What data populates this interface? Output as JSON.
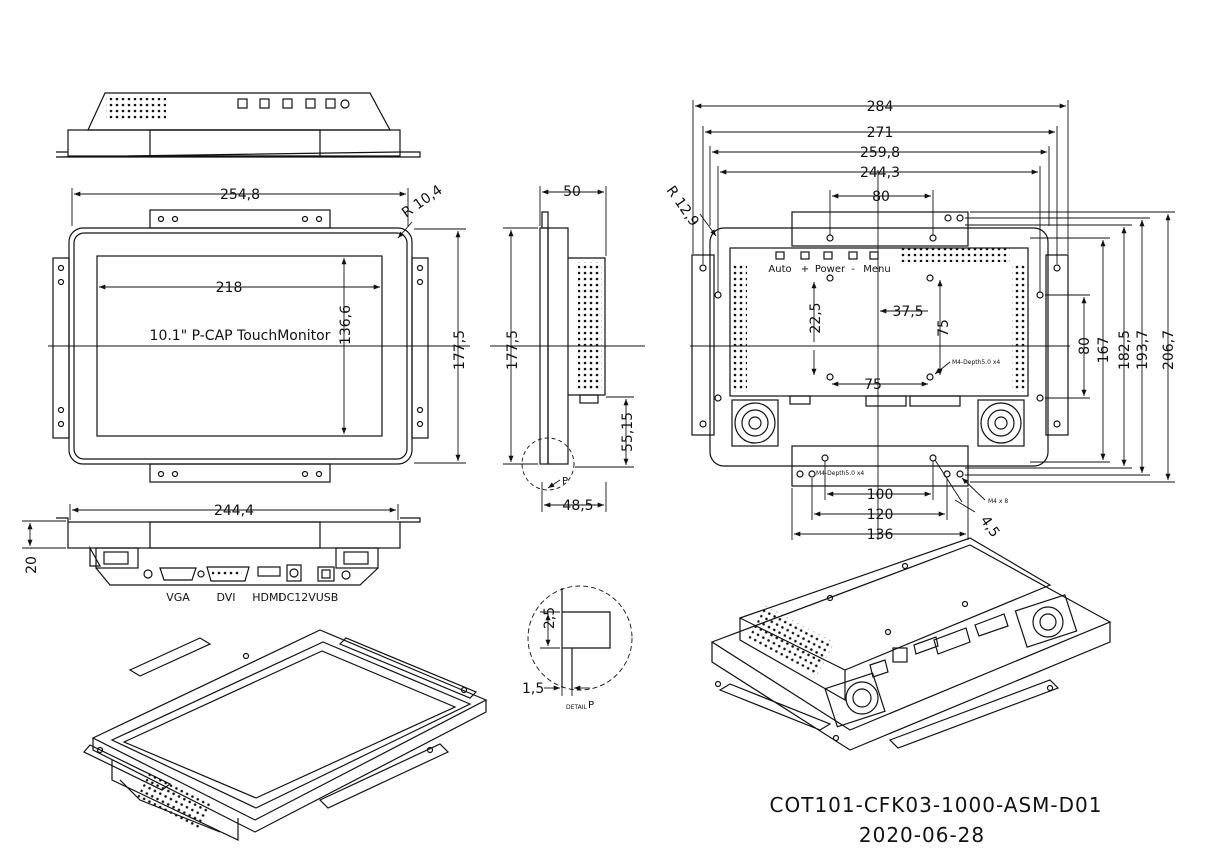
{
  "colors": {
    "line": "#111111",
    "background": "#ffffff"
  },
  "front_view": {
    "width_dim": "254,8",
    "radius_dim": "R 10,4",
    "screen_width_dim": "218",
    "screen_height_dim": "136,6",
    "height_dim": "177,5",
    "screen_caption": "10.1\" P-CAP TouchMonitor"
  },
  "side_view": {
    "depth_top_dim": "50",
    "height_dim": "177,5",
    "offset_dim": "55,15",
    "depth_bottom_dim": "48,5",
    "detail_ref": "P"
  },
  "bottom_view": {
    "width_dim": "244,4",
    "depth_dim": "20",
    "ports": [
      "VGA",
      "DVI",
      "HDMI",
      "DC12V",
      "USB"
    ]
  },
  "back_view": {
    "dims_top": [
      "284",
      "271",
      "259,8",
      "244,3"
    ],
    "radius_dim": "R 12,9",
    "vesa_top_dim": "80",
    "buttons": [
      "Auto",
      "+",
      "Power",
      "-",
      "Menu"
    ],
    "inner_v_dim": "22,5",
    "inner_h_dim": "37,5",
    "vesa_v_dim": "75",
    "vesa_h_dim": "75",
    "hole_note_top": "M4-Depth5.0 x4",
    "hole_note_bottom": "M4-Depth5.0 x4",
    "hole_note_m4": "M4 x 8",
    "right_dims": [
      "80",
      "167",
      "182,5",
      "193,7",
      "206,7"
    ],
    "bottom_dims": [
      "100",
      "120",
      "136"
    ],
    "diameter_dim": "4,5"
  },
  "detail_view": {
    "dim_a": "2,5",
    "dim_b": "1,5",
    "label": "DETAIL",
    "ref": "P"
  },
  "title_block": {
    "part_number": "COT101-CFK03-1000-ASM-D01",
    "date": "2020-06-28"
  }
}
